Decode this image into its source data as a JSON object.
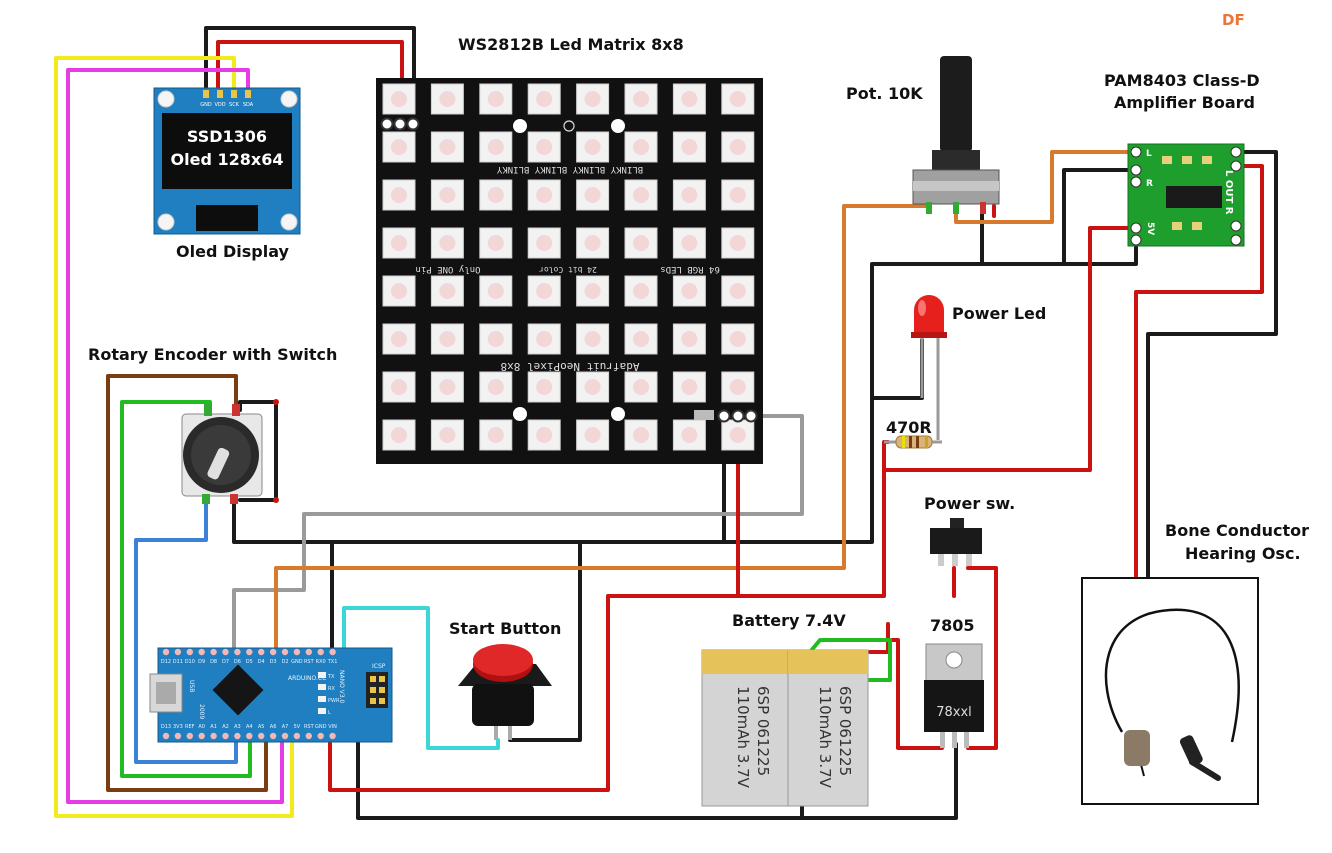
{
  "watermark": "DF",
  "labels": {
    "matrix": "WS2812B Led Matrix 8x8",
    "oled_title": "Oled Display",
    "pot": "Pot. 10K",
    "amp_line1": "PAM8403 Class-D",
    "amp_line2": "Amplifier Board",
    "power_led": "Power Led",
    "resistor": "470R",
    "power_switch": "Power sw.",
    "bone_line1": "Bone Conductor",
    "bone_line2": "Hearing Osc.",
    "encoder": "Rotary Encoder with Switch",
    "start_button": "Start Button",
    "battery": "Battery 7.4V",
    "regulator": "7805"
  },
  "oled": {
    "line1": "SSD1306",
    "line2": "Oled 128x64",
    "pins": [
      "GND",
      "VDD",
      "SCK",
      "SDA"
    ]
  },
  "matrix_print": {
    "row1": "BLINKY BLINKY BLINKY BLINKY",
    "row3a": "Only ONE Pin",
    "row3b": "24 bit Color",
    "row3c": "64 RGB LEDs",
    "row5": "Adafruit NeoPixel 8x8"
  },
  "amp_print": {
    "l": "L",
    "r": "R",
    "v5": "5V",
    "out": "L OUT R"
  },
  "battery_cells": [
    {
      "line1": "6SP 061225",
      "line2": "110mAh 3.7V"
    },
    {
      "line1": "6SP 061225",
      "line2": "110mAh 3.7V"
    }
  ],
  "regulator_print": "78xxl",
  "nano": {
    "top_pins": [
      "D12",
      "D11",
      "D10",
      "D9",
      "D8",
      "D7",
      "D6",
      "D5",
      "D4",
      "D3",
      "D2",
      "GND",
      "RST",
      "RX0",
      "TX1"
    ],
    "bottom_pins": [
      "D13",
      "3V3",
      "REF",
      "A0",
      "A1",
      "A2",
      "A3",
      "A4",
      "A5",
      "A6",
      "A7",
      "5V",
      "RST",
      "GND",
      "VIN"
    ],
    "brand": "ARDUINO.CC",
    "model": "NANO V3.0",
    "leds": [
      "TX",
      "RX",
      "PWR",
      "L"
    ],
    "icsp": "ICSP",
    "usb": "USB",
    "year": "2009"
  },
  "colors": {
    "black": "#1a1a1a",
    "red": "#cc1111",
    "green": "#22bb22",
    "yellow": "#f2ea1c",
    "magenta": "#e63ce6",
    "brown": "#7a3d12",
    "orange": "#d87a2e",
    "gray": "#9a9a9a",
    "blue": "#3b82d6",
    "cyan": "#3dd6d6",
    "board_blue": "#1f7fc0",
    "amp_green": "#1e9e2c",
    "watermark": "#e8763a"
  }
}
